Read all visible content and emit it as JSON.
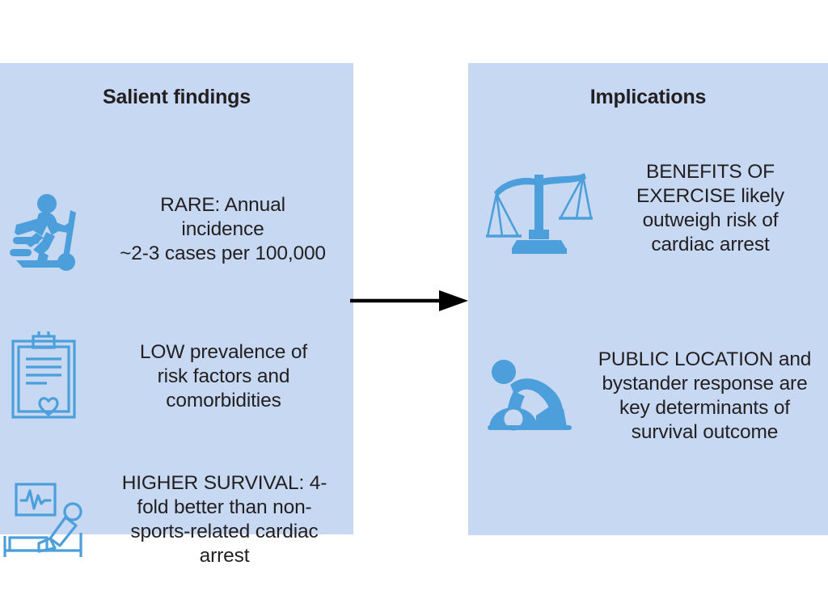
{
  "figure": {
    "type": "two-panel-flow-diagram",
    "background_color": "#ffffff",
    "panel_color": "#c6d8f2",
    "icon_color": "#4d9fdb",
    "text_color": "#231f20",
    "arrow_color": "#000000"
  },
  "left_panel": {
    "title": "Salient findings",
    "items": [
      {
        "icon": "treadmill-runner-icon",
        "text": "RARE: Annual incidence ~2-3 cases per 100,000",
        "lines": [
          "RARE: Annual",
          "incidence",
          "~2-3 cases per 100,000"
        ]
      },
      {
        "icon": "clipboard-heart-icon",
        "text": "LOW prevalence of risk factors and comorbidities",
        "lines": [
          "LOW prevalence of",
          "risk factors and",
          "comorbidities"
        ]
      },
      {
        "icon": "hospital-bed-ecg-icon",
        "text": "HIGHER SURVIVAL: 4-fold better than non-sports-related cardiac arrest",
        "lines": [
          "HIGHER SURVIVAL: 4-",
          "fold better than non-",
          "sports-related cardiac",
          "arrest"
        ]
      }
    ]
  },
  "right_panel": {
    "title": "Implications",
    "items": [
      {
        "icon": "balance-scales-icon",
        "text": "BENEFITS OF EXERCISE likely outweigh risk of cardiac arrest",
        "lines": [
          "BENEFITS OF",
          "EXERCISE likely",
          "outweigh risk of",
          "cardiac arrest"
        ]
      },
      {
        "icon": "cpr-compressions-icon",
        "text": "PUBLIC LOCATION and bystander response are key determinants of survival outcome",
        "lines": [
          "PUBLIC LOCATION and",
          "bystander response are",
          "key determinants of",
          "survival outcome"
        ]
      }
    ]
  },
  "connector": {
    "name": "rightward-arrow",
    "direction": "left-to-right"
  }
}
